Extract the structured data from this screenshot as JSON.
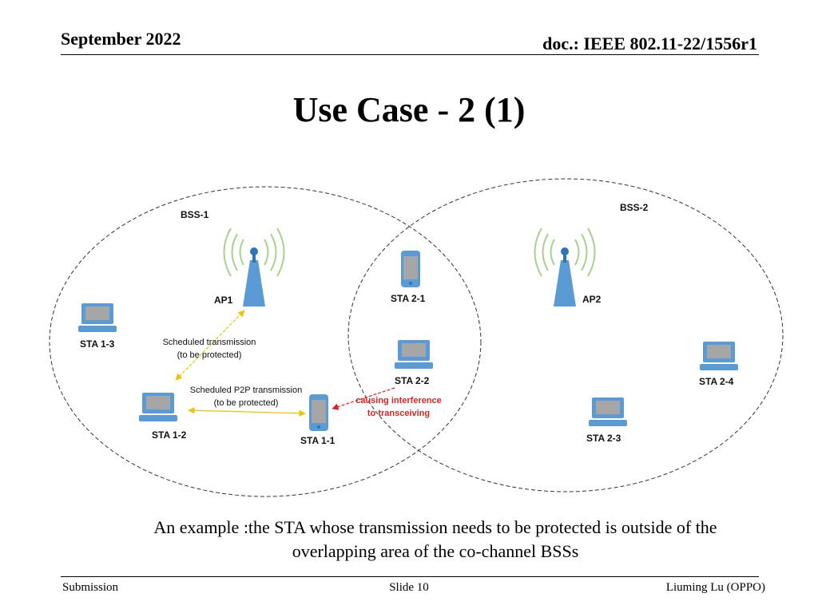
{
  "header": {
    "date": "September 2022",
    "doc": "doc.: IEEE 802.11-22/1556r1"
  },
  "title": "Use Case - 2 (1)",
  "diagram": {
    "bss1_label": "BSS-1",
    "bss2_label": "BSS-2",
    "ap1_label": "AP1",
    "ap2_label": "AP2",
    "sta13_label": "STA 1-3",
    "sta12_label": "STA 1-2",
    "sta11_label": "STA 1-1",
    "sta21_label": "STA 2-1",
    "sta22_label": "STA 2-2",
    "sta23_label": "STA 2-3",
    "sta24_label": "STA 2-4",
    "sched_line1": "Scheduled transmission",
    "sched_line2": "(to be protected)",
    "p2p_line1": "Scheduled P2P transmission",
    "p2p_line2": "(to be protected)",
    "interf_line1": "causing interference",
    "interf_line2": "to transceiving",
    "colors": {
      "device": "#5b9bd5",
      "screen": "#a6a6a6",
      "signal": "#a9d18e",
      "arrow": "#f2c200",
      "interference": "#e02020"
    }
  },
  "caption": {
    "line1": "An example :the STA whose transmission needs to be protected is outside of the",
    "line2": "overlapping area of the co-channel BSSs"
  },
  "footer": {
    "left": "Submission",
    "center": "Slide 10",
    "right": "Liuming Lu (OPPO)"
  }
}
